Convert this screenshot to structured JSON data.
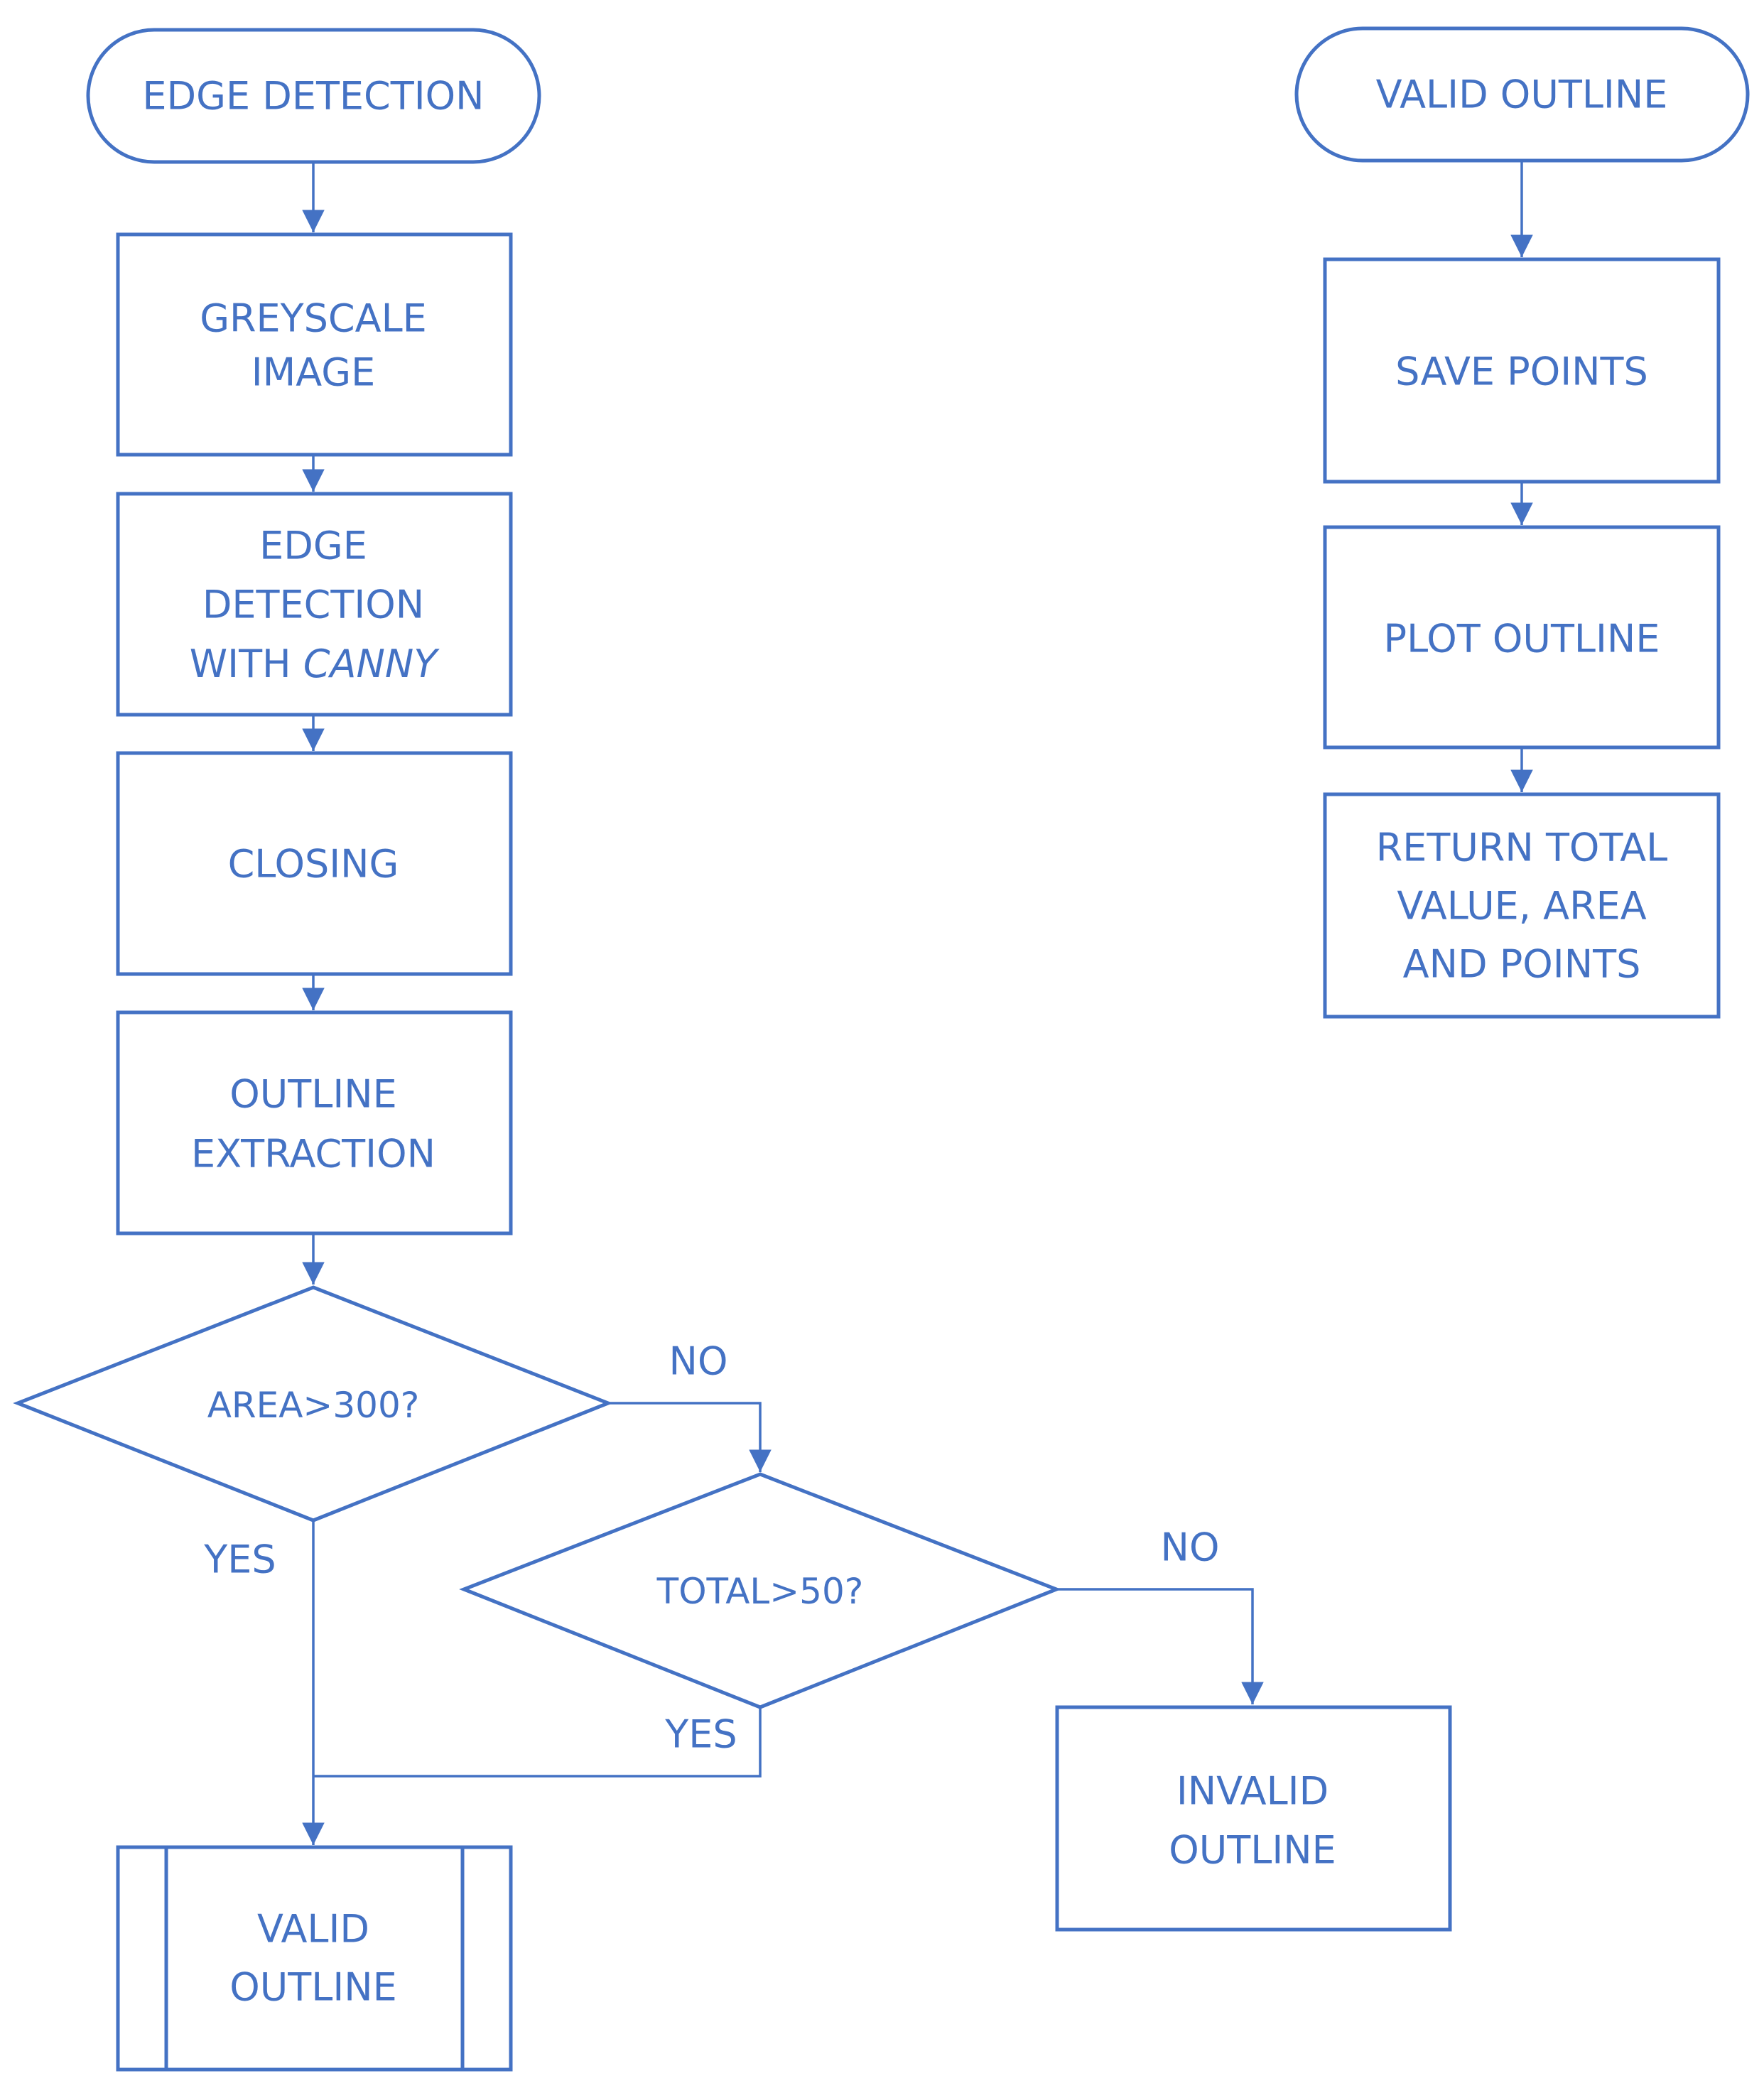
{
  "nodes": {
    "start_left": {
      "lines": [
        "EDGE DETECTION"
      ]
    },
    "greyscale": {
      "lines": [
        "GREYSCALE",
        "IMAGE"
      ]
    },
    "canny": {
      "line1": "EDGE",
      "line2": "DETECTION",
      "line3_prefix": "WITH ",
      "line3_italic": "CANNY"
    },
    "closing": {
      "lines": [
        "CLOSING"
      ]
    },
    "extraction": {
      "lines": [
        "OUTLINE",
        "EXTRACTION"
      ]
    },
    "area_check": {
      "lines": [
        "AREA>300?"
      ]
    },
    "total_check": {
      "lines": [
        "TOTAL>50?"
      ]
    },
    "valid_outline_process": {
      "lines": [
        "VALID",
        "OUTLINE"
      ]
    },
    "invalid_outline": {
      "lines": [
        "INVALID",
        "OUTLINE"
      ]
    },
    "start_right": {
      "lines": [
        "VALID OUTLINE"
      ]
    },
    "save_points": {
      "lines": [
        "SAVE POINTS"
      ]
    },
    "plot_outline": {
      "lines": [
        "PLOT OUTLINE"
      ]
    },
    "return_values": {
      "lines": [
        "RETURN TOTAL",
        "VALUE, AREA",
        "AND POINTS"
      ]
    }
  },
  "edge_labels": {
    "area_no": "NO",
    "area_yes": "YES",
    "total_no": "NO",
    "total_yes": "YES"
  },
  "colors": {
    "stroke": "#4472C4",
    "text": "#4472C4",
    "background": "#ffffff"
  }
}
